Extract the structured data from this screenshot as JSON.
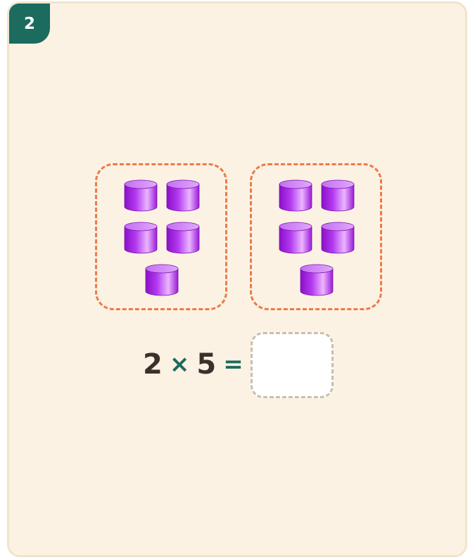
{
  "problem": {
    "number": "2"
  },
  "groups": [
    {
      "count": 5
    },
    {
      "count": 5
    }
  ],
  "equation": {
    "factor_a": "2",
    "times_symbol": "×",
    "factor_b": "5",
    "equals_symbol": "=",
    "answer_value": ""
  },
  "colors": {
    "card_bg": "#fbf2e3",
    "badge": "#1b6b5e",
    "group_border": "#ee7a48",
    "cylinder": "#a020e0",
    "answer_border": "#c9bfae"
  },
  "icons": {
    "item": "purple-cylinder-icon"
  }
}
